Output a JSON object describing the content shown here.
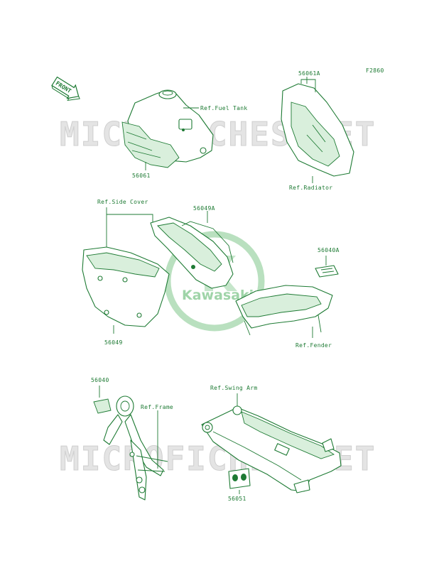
{
  "diagram_code": "F2860",
  "watermark": {
    "text": "MICROFICHES.NET",
    "logo_text": "Kawasaki"
  },
  "front_label": "FRONT",
  "colors": {
    "line": "#1d7a33",
    "shade": "#d9efdc",
    "watermark": "#e4e4e4",
    "logo": "#b9e0bf"
  },
  "labels": {
    "p56061": "56061",
    "fuel_tank": "Ref.Fuel Tank",
    "p56061a": "56061A",
    "radiator": "Ref.Radiator",
    "side_cover": "Ref.Side Cover",
    "p56049a": "56049A",
    "p56040a": "56040A",
    "p56049": "56049",
    "fender": "Ref.Fender",
    "p56040": "56040",
    "frame": "Ref.Frame",
    "swing_arm": "Ref.Swing Arm",
    "p56051": "56051"
  }
}
